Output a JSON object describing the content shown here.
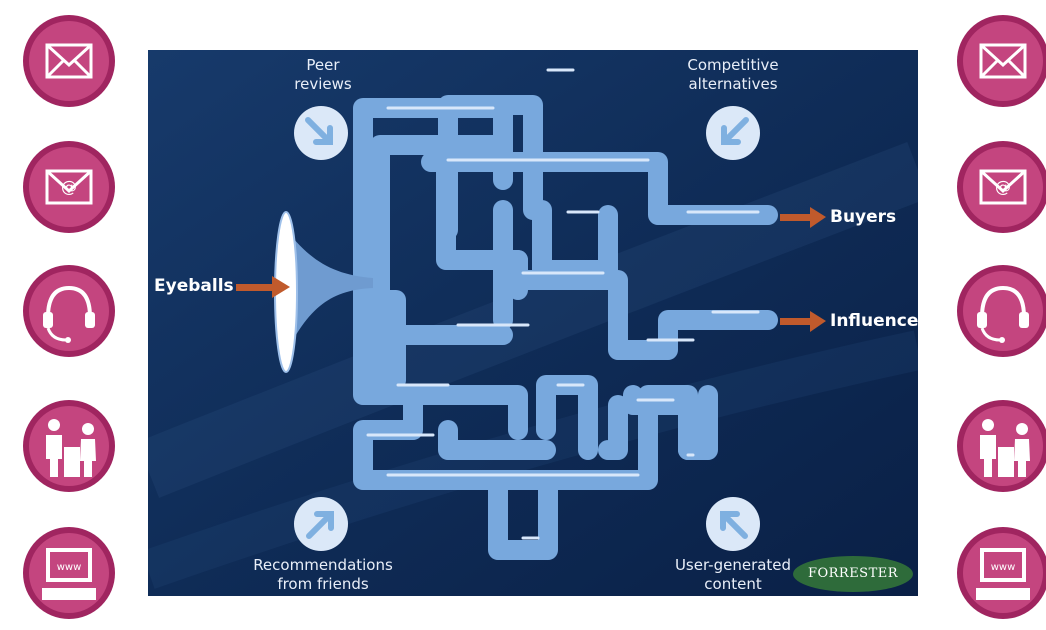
{
  "labels": {
    "peer_reviews": [
      "Peer",
      "reviews"
    ],
    "competitive": [
      "Competitive",
      "alternatives"
    ],
    "recommendations": [
      "Recommendations",
      "from friends"
    ],
    "user_generated": [
      "User-generated",
      "content"
    ],
    "eyeballs": "Eyeballs",
    "buyers": "Buyers",
    "influencers": "Influencers",
    "logo": "FORRESTER"
  },
  "side_icons": [
    "mail-icon",
    "email-at-icon",
    "headset-icon",
    "store-clerk-icon",
    "www-computer-icon"
  ],
  "colors": {
    "background": "#0f2a52",
    "pipe": "#79a9de",
    "arrow": "#c05a2c",
    "icon_circle": "#b8336e",
    "logo": "#2e6b3a"
  }
}
